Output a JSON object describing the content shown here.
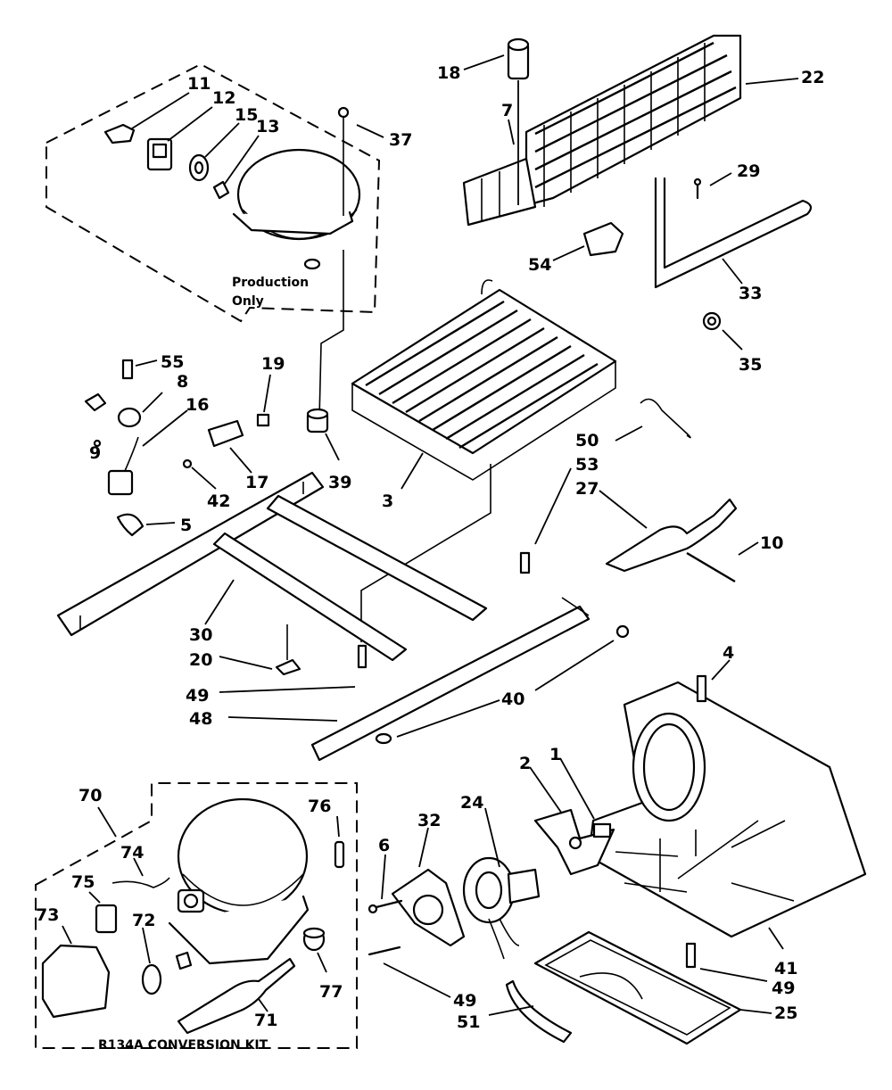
{
  "callouts": {
    "c1": "1",
    "c2": "2",
    "c3": "3",
    "c4": "4",
    "c5": "5",
    "c6": "6",
    "c7": "7",
    "c8": "8",
    "c9": "9",
    "c10": "10",
    "c11": "11",
    "c12": "12",
    "c13": "13",
    "c15": "15",
    "c16": "16",
    "c17": "17",
    "c18": "18",
    "c19": "19",
    "c20": "20",
    "c22": "22",
    "c24": "24",
    "c25": "25",
    "c27": "27",
    "c29": "29",
    "c30": "30",
    "c32": "32",
    "c33": "33",
    "c35": "35",
    "c37": "37",
    "c39": "39",
    "c40": "40",
    "c41": "41",
    "c42": "42",
    "c48": "48",
    "c49a": "49",
    "c49b": "49",
    "c49c": "49",
    "c50": "50",
    "c51": "51",
    "c53": "53",
    "c54": "54",
    "c55": "55",
    "c70": "70",
    "c71": "71",
    "c72": "72",
    "c73": "73",
    "c74": "74",
    "c75": "75",
    "c76": "76",
    "c77": "77"
  },
  "notes": {
    "production_line1": "Production",
    "production_line2": "Only",
    "conversion_kit": "R134A CONVERSION KIT"
  }
}
